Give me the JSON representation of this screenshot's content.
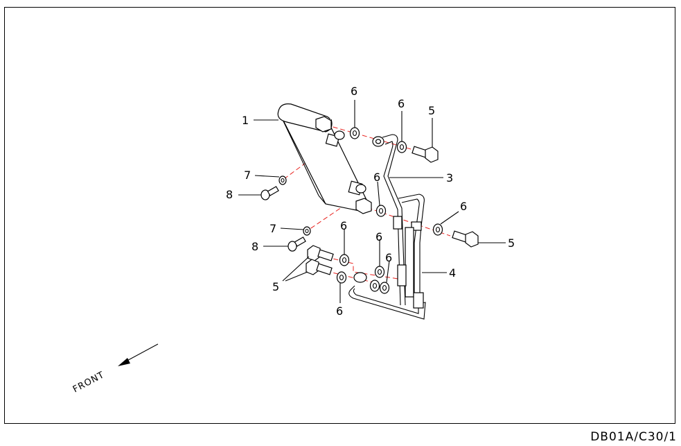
{
  "diagram": {
    "drawing_code": "DB01A/C30/1",
    "front_label": "FRONT",
    "colors": {
      "line": "#000000",
      "centerline": "#e8211d"
    },
    "callouts": [
      {
        "id": "c1",
        "label": "1"
      },
      {
        "id": "c3",
        "label": "3"
      },
      {
        "id": "c4",
        "label": "4"
      },
      {
        "id": "c5a",
        "label": "5"
      },
      {
        "id": "c5b",
        "label": "5"
      },
      {
        "id": "c5c",
        "label": "5"
      },
      {
        "id": "c6a",
        "label": "6"
      },
      {
        "id": "c6b",
        "label": "6"
      },
      {
        "id": "c6c",
        "label": "6"
      },
      {
        "id": "c6d",
        "label": "6"
      },
      {
        "id": "c6e",
        "label": "6"
      },
      {
        "id": "c6f",
        "label": "6"
      },
      {
        "id": "c6g",
        "label": "6"
      },
      {
        "id": "c6h",
        "label": "6"
      },
      {
        "id": "c7a",
        "label": "7"
      },
      {
        "id": "c7b",
        "label": "7"
      },
      {
        "id": "c8a",
        "label": "8"
      },
      {
        "id": "c8b",
        "label": "8"
      }
    ]
  }
}
